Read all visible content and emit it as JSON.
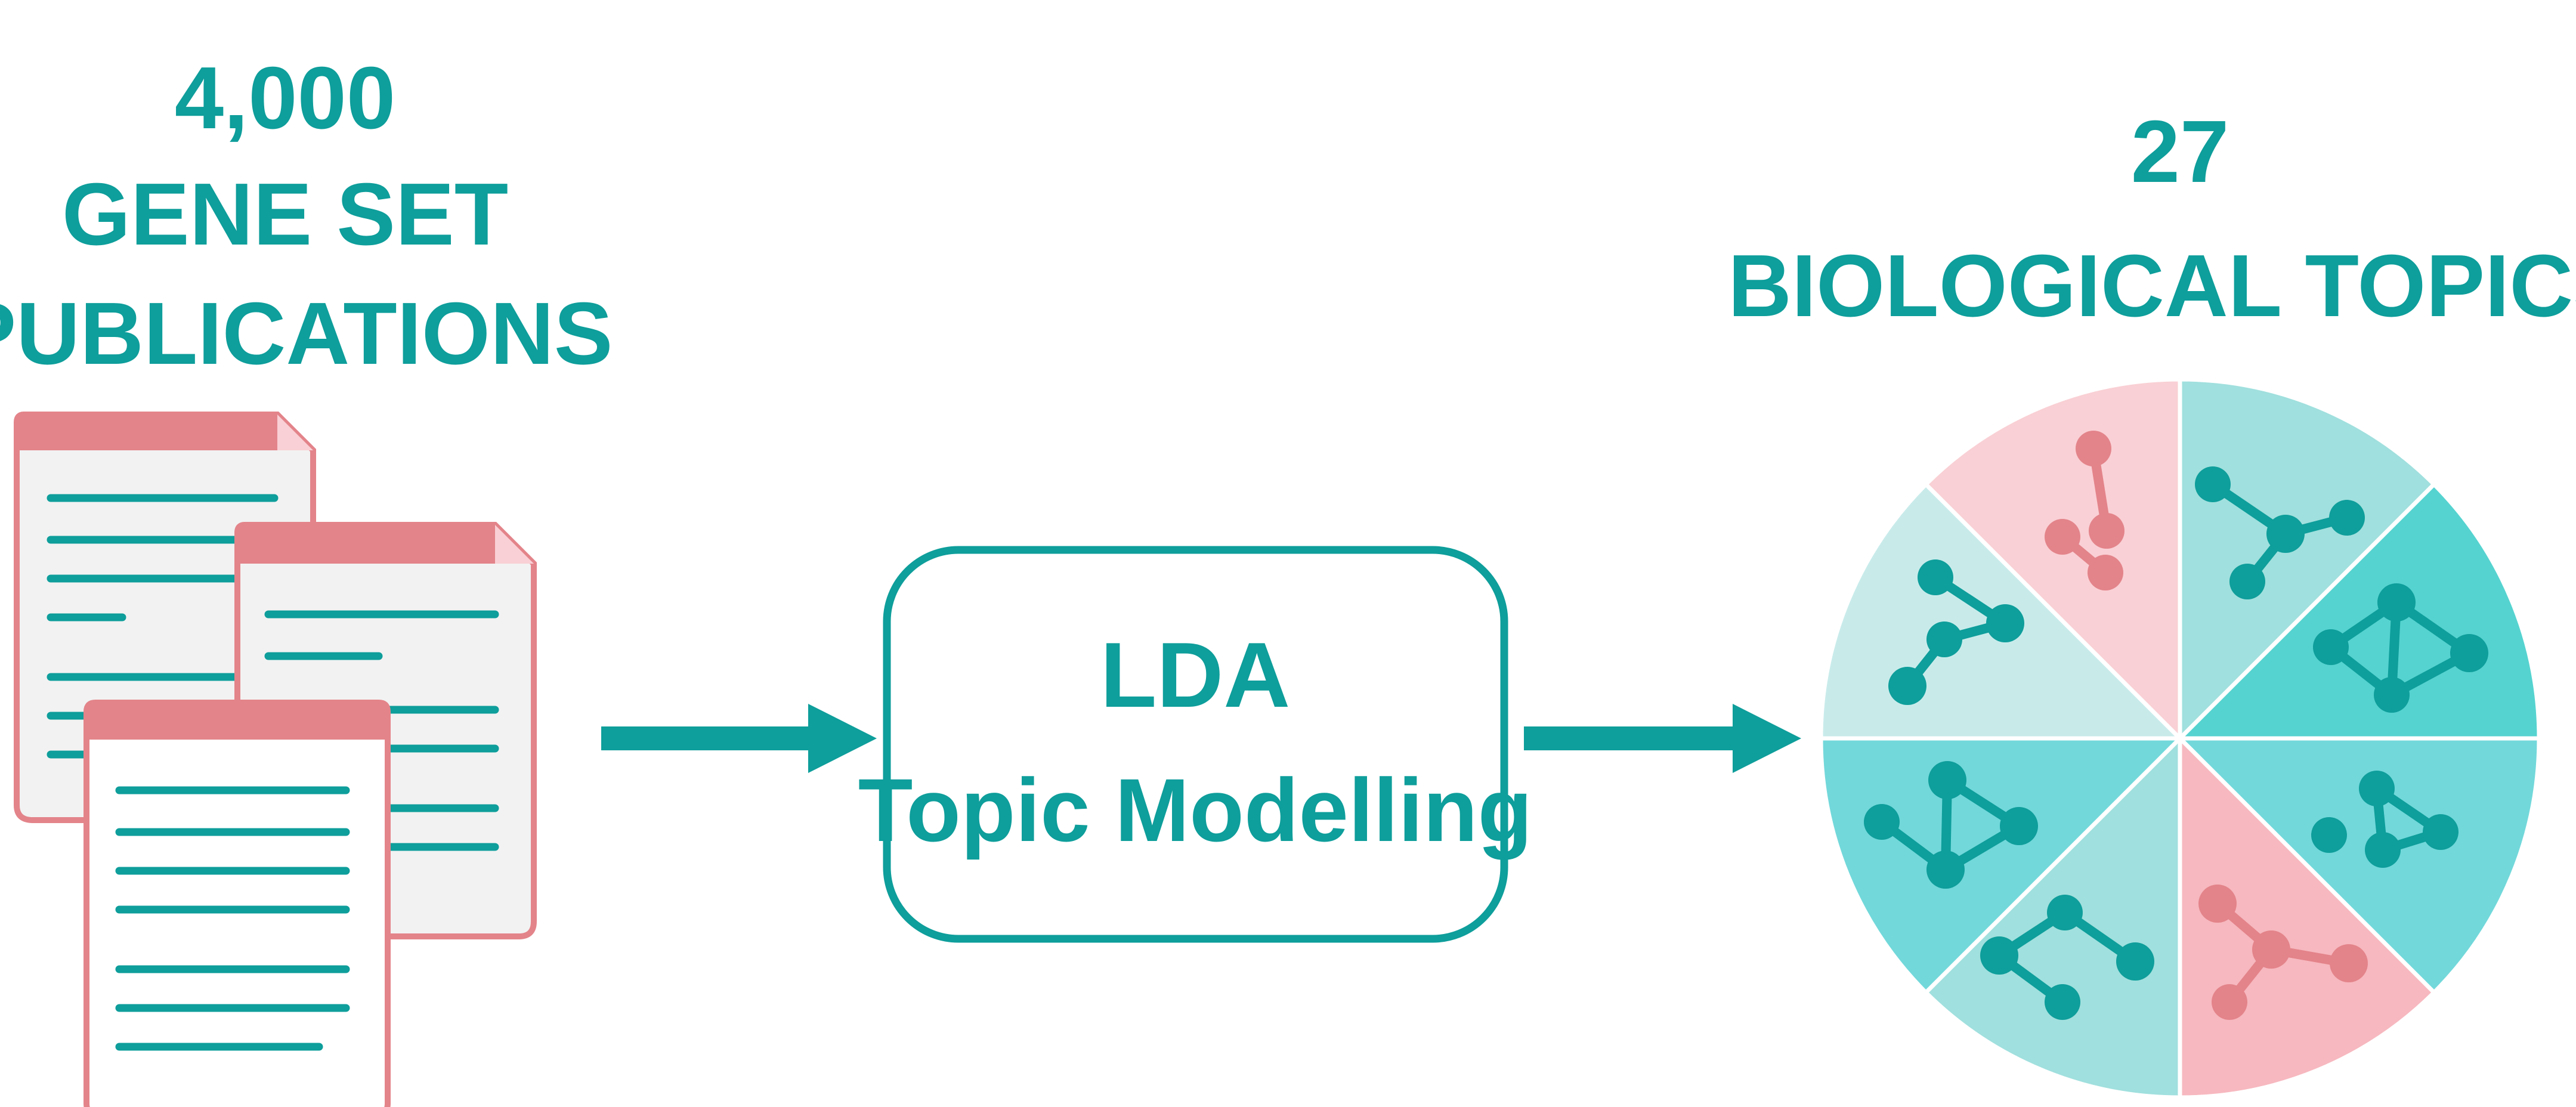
{
  "left_heading": {
    "line1": "4,000",
    "line2": "GENE SET",
    "line3": "PUBLICATIONS"
  },
  "process_box": {
    "line1": "LDA",
    "line2": "Topic Modelling"
  },
  "right_heading": {
    "line1": "27",
    "line2": "BIOLOGICAL TOPICS"
  },
  "colors": {
    "teal": "#0e9e9b",
    "pink": "#e3848a",
    "pink_light": "#f9d0d5",
    "doc_gray": "#f2f2f2",
    "teal_light": "#a0e0de",
    "teal_mid": "#55d3d0",
    "teal_pale": "#c8ebea",
    "pink_slice": "#f7b8bf"
  },
  "icons": {
    "document": "document-icon",
    "arrow": "arrow-right-icon",
    "network": "network-graph-icon"
  }
}
